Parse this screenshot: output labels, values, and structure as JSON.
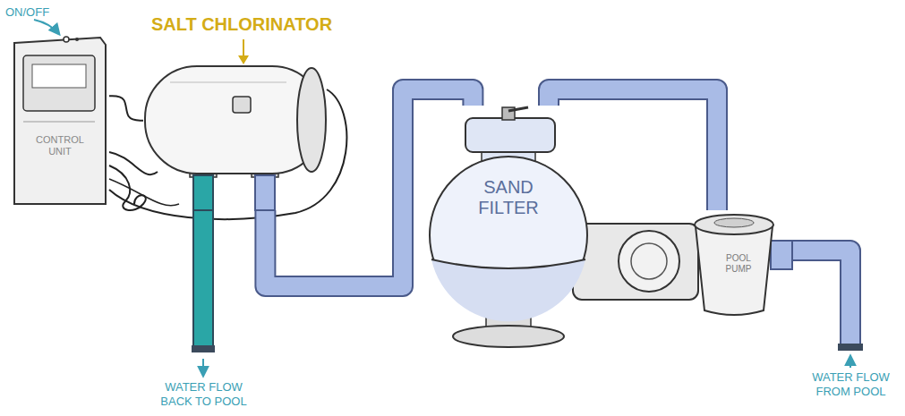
{
  "diagram": {
    "nodes": [
      {
        "text": [
          "CONTROL UNIT"
        ]
      },
      {
        "text": [
          "SALT CHLORINATOR"
        ]
      },
      {
        "text": [
          "SAND FILTER"
        ]
      },
      {
        "text": [
          "POOL PUMP"
        ]
      }
    ],
    "edges": [
      {
        "from": 0,
        "to": 1,
        "arrow": "none"
      },
      {
        "from": 3,
        "to": 2,
        "arrow": "none"
      },
      {
        "from": 2,
        "to": 1,
        "arrow": "none"
      }
    ],
    "labels": [
      "ON/OFF",
      "WATER FLOW BACK TO POOL",
      "WATER FLOW FROM POOL"
    ]
  }
}
